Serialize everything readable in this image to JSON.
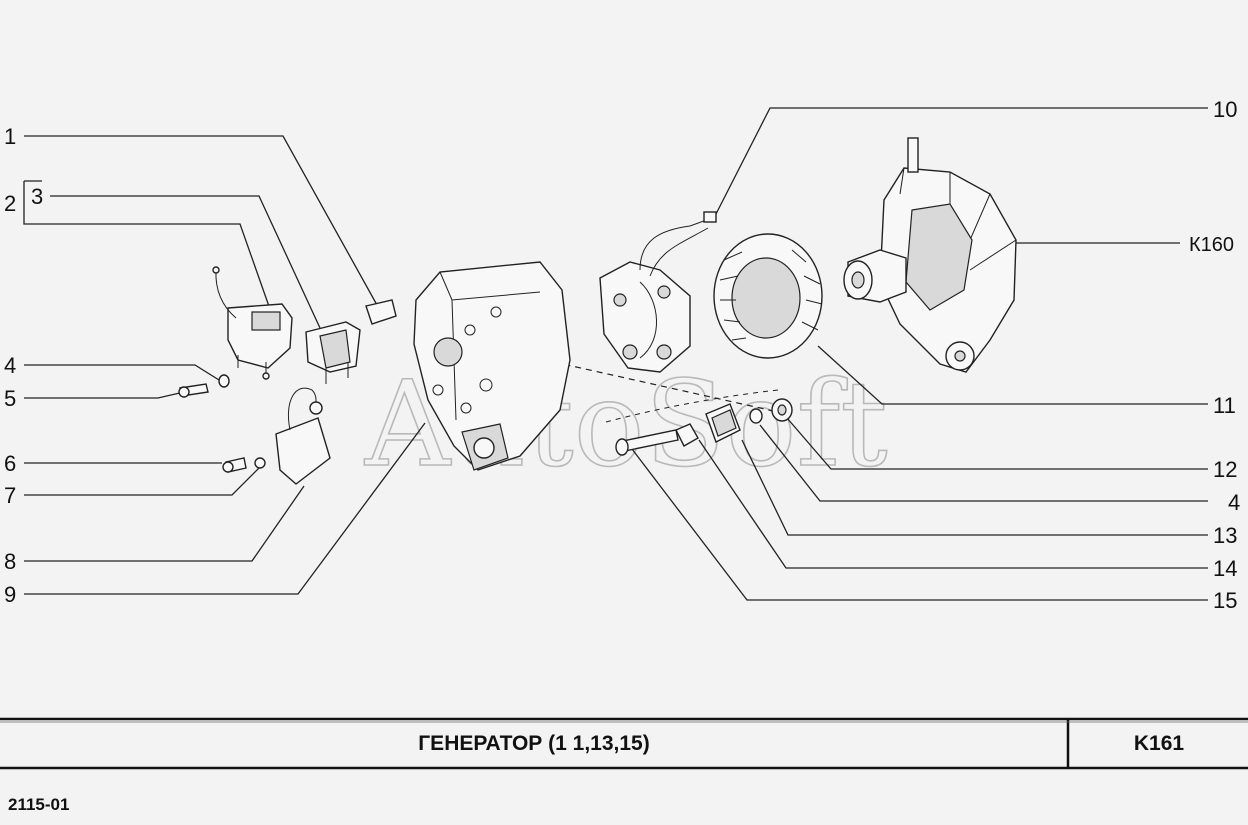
{
  "labels": {
    "l1": "1",
    "l2": "2",
    "l3": "3",
    "l4a": "4",
    "l5": "5",
    "l6": "6",
    "l7": "7",
    "l8": "8",
    "l9": "9",
    "l10": "10",
    "lk160": "К160",
    "l11": "11",
    "l12": "12",
    "l4b": "4",
    "l13": "13",
    "l14": "14",
    "l15": "15"
  },
  "watermark": "AutoSoft",
  "footer": {
    "title": "ГЕНЕРАТОР  (1 1,13,15)",
    "code": "K161",
    "model": "2115-01"
  }
}
